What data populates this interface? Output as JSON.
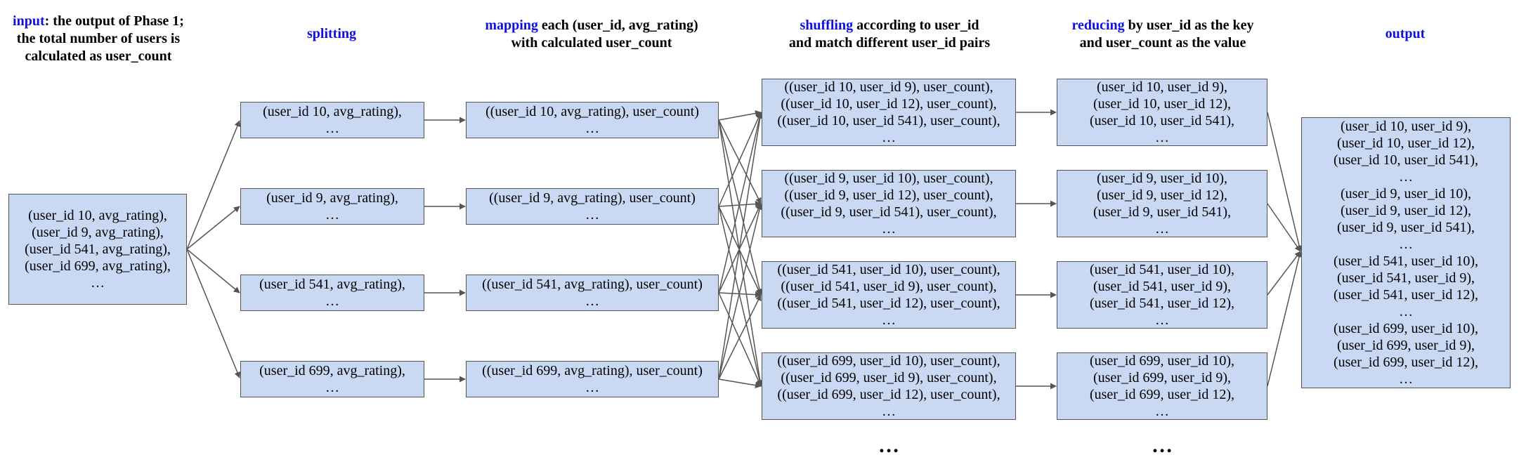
{
  "headers": {
    "input": {
      "highlight": "input",
      "rest": ": the output of Phase 1;",
      "line2": "the total number of users is",
      "line3": "calculated as user_count"
    },
    "splitting": {
      "highlight": "splitting"
    },
    "mapping": {
      "highlight": "mapping",
      "rest": " each (user_id, avg_rating)",
      "line2": "with calculated user_count"
    },
    "shuffling": {
      "highlight": "shuffling",
      "rest": " according to user_id",
      "line2": "and match different user_id pairs"
    },
    "reducing": {
      "highlight": "reducing",
      "rest": " by user_id as the key",
      "line2": "and user_count as the value"
    },
    "output": {
      "highlight": "output"
    }
  },
  "input_box": {
    "lines": [
      "(user_id 10, avg_rating),",
      "(user_id 9, avg_rating),",
      "(user_id 541, avg_rating),",
      "(user_id 699, avg_rating),",
      "…"
    ]
  },
  "splitting_boxes": [
    {
      "lines": [
        "(user_id 10, avg_rating),",
        "…"
      ]
    },
    {
      "lines": [
        "(user_id 9, avg_rating),",
        "…"
      ]
    },
    {
      "lines": [
        "(user_id 541, avg_rating),",
        "…"
      ]
    },
    {
      "lines": [
        "(user_id 699, avg_rating),",
        "…"
      ]
    }
  ],
  "mapping_boxes": [
    {
      "lines": [
        "((user_id 10, avg_rating), user_count)",
        "…"
      ]
    },
    {
      "lines": [
        "((user_id 9, avg_rating), user_count)",
        "…"
      ]
    },
    {
      "lines": [
        "((user_id 541, avg_rating), user_count)",
        "…"
      ]
    },
    {
      "lines": [
        "((user_id 699, avg_rating), user_count)",
        "…"
      ]
    }
  ],
  "shuffling_boxes": [
    {
      "lines": [
        "((user_id 10, user_id 9), user_count),",
        "((user_id 10, user_id 12), user_count),",
        "((user_id 10, user_id 541), user_count),",
        "…"
      ]
    },
    {
      "lines": [
        "((user_id 9, user_id 10), user_count),",
        "((user_id 9, user_id 12), user_count),",
        "((user_id 9, user_id 541), user_count),",
        "…"
      ]
    },
    {
      "lines": [
        "((user_id 541, user_id 10), user_count),",
        "((user_id 541, user_id 9), user_count),",
        "((user_id 541, user_id 12), user_count),",
        "…"
      ]
    },
    {
      "lines": [
        "((user_id 699, user_id 10), user_count),",
        "((user_id 699, user_id 9), user_count),",
        "((user_id 699, user_id 12), user_count),",
        "…"
      ]
    }
  ],
  "reducing_boxes": [
    {
      "lines": [
        "(user_id 10, user_id 9),",
        "(user_id 10, user_id 12),",
        "(user_id 10, user_id 541),",
        "…"
      ]
    },
    {
      "lines": [
        "(user_id 9, user_id 10),",
        "(user_id 9, user_id 12),",
        "(user_id 9, user_id 541),",
        "…"
      ]
    },
    {
      "lines": [
        "(user_id 541, user_id 10),",
        "(user_id 541, user_id 9),",
        "(user_id 541, user_id 12),",
        "…"
      ]
    },
    {
      "lines": [
        "(user_id 699, user_id 10),",
        "(user_id 699, user_id 9),",
        "(user_id 699, user_id 12),",
        "…"
      ]
    }
  ],
  "output_box": {
    "lines": [
      "(user_id 10, user_id 9),",
      "(user_id 10, user_id 12),",
      "(user_id 10, user_id 541),",
      "…",
      "(user_id 9, user_id 10),",
      "(user_id 9, user_id 12),",
      "(user_id 9, user_id 541),",
      "…",
      "(user_id 541, user_id 10),",
      "(user_id 541, user_id 9),",
      "(user_id 541, user_id 12),",
      "…",
      "(user_id 699, user_id 10),",
      "(user_id 699, user_id 9),",
      "(user_id 699, user_id 12),",
      "…"
    ]
  },
  "ellipsis_shuffling": "…",
  "ellipsis_reducing": "…",
  "colors": {
    "highlight": "#1010e0",
    "box_fill": "#c9d9f3",
    "box_border": "#555555",
    "arrow": "#555555"
  }
}
